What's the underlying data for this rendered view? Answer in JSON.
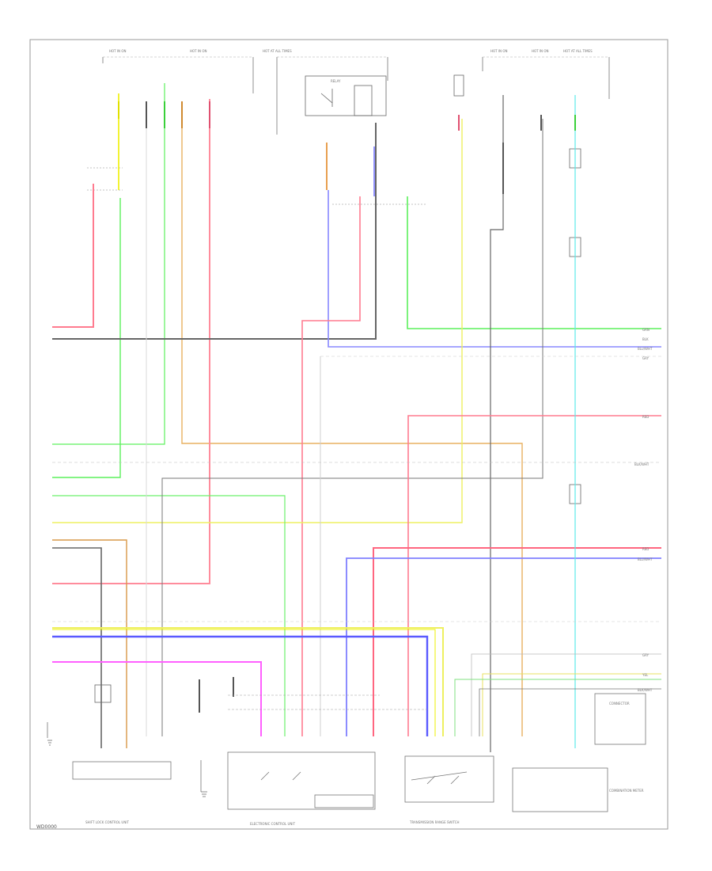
{
  "diagram": {
    "corner_code": "WD0000",
    "components": {
      "relay_box_label": "RELAY",
      "connector_right_label": "CONNECTOR",
      "power_blocks": [
        "HOT IN ON",
        "HOT IN ON",
        "HOT AT ALL TIMES",
        "HOT IN ON",
        "HOT IN ON",
        "HOT AT ALL TIMES"
      ],
      "bottom_captions": [
        "SHIFT LOCK CONTROL UNIT",
        "ELECTRONIC CONTROL UNIT",
        "TRANSMISSION RANGE SWITCH",
        "COMBINATION METER"
      ]
    },
    "wire_tags": [
      "GRN",
      "BLK",
      "BLU/WHT",
      "GRY",
      "RED",
      "BLK/WHT",
      "RED",
      "BLU/WHT",
      "GRY",
      "YEL",
      "BLK/WHT"
    ]
  }
}
